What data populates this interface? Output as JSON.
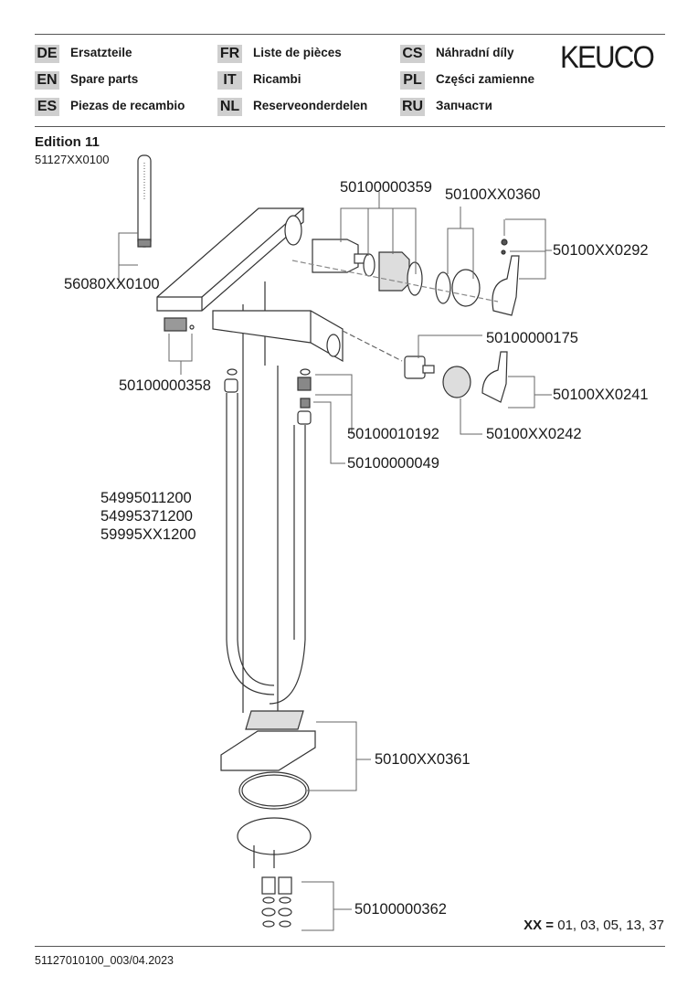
{
  "header": {
    "languages": [
      {
        "code": "DE",
        "label": "Ersatzteile"
      },
      {
        "code": "EN",
        "label": "Spare parts"
      },
      {
        "code": "ES",
        "label": "Piezas de recambio"
      },
      {
        "code": "FR",
        "label": "Liste de pièces"
      },
      {
        "code": "IT",
        "label": "Ricambi"
      },
      {
        "code": "NL",
        "label": "Reserveonderdelen"
      },
      {
        "code": "CS",
        "label": "Náhradní díly"
      },
      {
        "code": "PL",
        "label": "Części zamienne"
      },
      {
        "code": "RU",
        "label": "Запчасти"
      }
    ],
    "logo": "KEUCO"
  },
  "product": {
    "title": "Edition 11",
    "number": "51127XX0100"
  },
  "parts": {
    "p359": "50100000359",
    "p360": "50100XX0360",
    "p292": "50100XX0292",
    "p0100": "56080XX0100",
    "p175": "50100000175",
    "p358": "50100000358",
    "p241": "50100XX0241",
    "p192": "50100010192",
    "p242": "50100XX0242",
    "p049": "50100000049",
    "hose1": "54995011200",
    "hose2": "54995371200",
    "hose3": "59995XX1200",
    "p361": "50100XX0361",
    "p362": "50100000362"
  },
  "legend": {
    "key": "XX =",
    "values": "01, 03, 05, 13, 37"
  },
  "footer": {
    "doc": "51127010100_003/04.2023"
  }
}
